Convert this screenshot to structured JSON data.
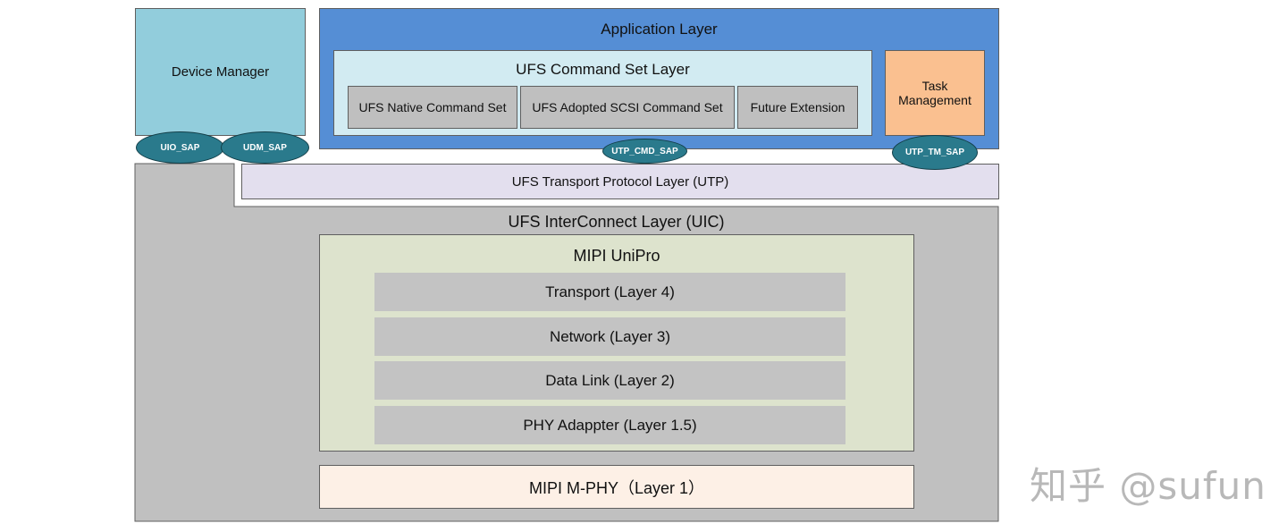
{
  "device_manager": "Device Manager",
  "application_layer": {
    "title": "Application Layer",
    "command_set_layer": {
      "title": "UFS Command Set Layer",
      "items": [
        "UFS Native Command Set",
        "UFS Adopted SCSI Command Set",
        "Future Extension"
      ]
    },
    "task_management": "Task Management"
  },
  "saps": {
    "uio": "UIO_SAP",
    "udm": "UDM_SAP",
    "utp_cmd": "UTP_CMD_SAP",
    "utp_tm": "UTP_TM_SAP"
  },
  "utp_layer": "UFS Transport Protocol Layer (UTP)",
  "uic_layer": {
    "title": "UFS InterConnect Layer (UIC)",
    "unipro": {
      "title": "MIPI UniPro",
      "layers": [
        "Transport (Layer 4)",
        "Network (Layer 3)",
        "Data Link (Layer 2)",
        "PHY Adappter (Layer 1.5)"
      ]
    },
    "mphy": "MIPI M-PHY（Layer 1）"
  },
  "watermark": "知乎 @sufun",
  "colors": {
    "device_manager": "#92cddc",
    "application_layer": "#558ed5",
    "command_set_layer": "#d2ebf2",
    "command_item": "#bfbfbf",
    "task_management": "#fac090",
    "sap": "#2a7a8c",
    "utp_layer": "#e3dfee",
    "uic_gray": "#c0c0c0",
    "unipro": "#dde3cd",
    "unipro_layer": "#c3c3c3",
    "mphy": "#fdf0e6"
  }
}
